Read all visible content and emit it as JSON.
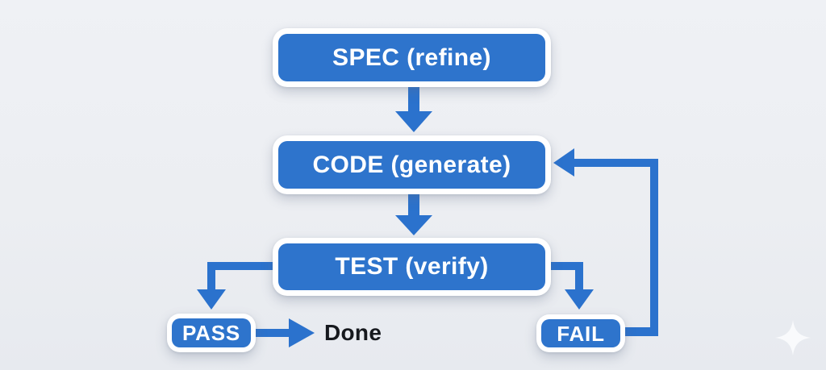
{
  "colors": {
    "node_fill": "#2e74cc",
    "node_border": "#ffffff",
    "node_text": "#ffffff",
    "arrow": "#2b72cd",
    "done_text": "#16191e",
    "sparkle": "#fafbfd",
    "bg_top": "#eff1f5",
    "bg_bottom": "#e7eaef"
  },
  "flowchart": {
    "nodes": {
      "spec": {
        "label": "SPEC (refine)"
      },
      "code": {
        "label": "CODE (generate)"
      },
      "test": {
        "label": "TEST (verify)"
      },
      "pass": {
        "label": "PASS"
      },
      "fail": {
        "label": "FAIL"
      }
    },
    "done_label": "Done",
    "edges": [
      {
        "from": "spec",
        "to": "code"
      },
      {
        "from": "code",
        "to": "test"
      },
      {
        "from": "test",
        "to": "pass"
      },
      {
        "from": "test",
        "to": "fail"
      },
      {
        "from": "pass",
        "to": "done"
      },
      {
        "from": "fail",
        "to": "code"
      }
    ]
  }
}
